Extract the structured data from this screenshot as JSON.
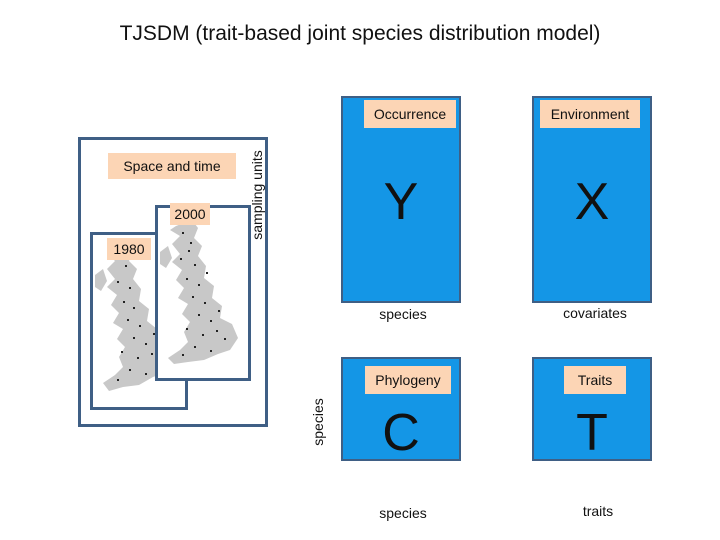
{
  "title": "TJSDM (trait-based joint species distribution model)",
  "left_panel": {
    "label": "Space and time",
    "years": [
      "2000",
      "1980"
    ]
  },
  "axis_labels": {
    "sampling_units": "sampling units",
    "species_rows": "species"
  },
  "matrices": {
    "occurrence": {
      "header": "Occurrence",
      "letter": "Y",
      "footer": "species"
    },
    "environment": {
      "header": "Environment",
      "letter": "X",
      "footer": "covariates"
    },
    "phylogeny": {
      "header": "Phylogeny",
      "letter": "C",
      "footer": "species"
    },
    "traits": {
      "header": "Traits",
      "letter": "T",
      "footer": "traits"
    }
  },
  "colors": {
    "matrix_fill": "#1496e6",
    "frame": "#3f5f85",
    "label_fill": "#fcd5b5",
    "map_fill": "#c8c8c8"
  }
}
